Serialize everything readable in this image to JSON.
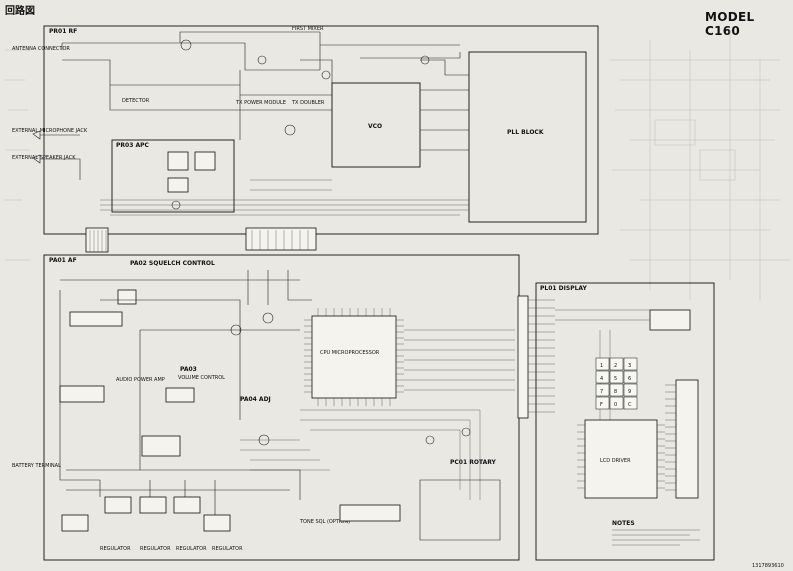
{
  "header": {
    "title_jp": "回路図",
    "model": "MODEL C160",
    "doc_number": "1317893610"
  },
  "blocks": {
    "pr01": "PR01  RF",
    "pr03": "PR03  APC",
    "pa01": "PA01  AF",
    "pa02": "PA02  SQUELCH CONTROL",
    "pa03": "PA03",
    "pa03_sub": "VOLUME CONTROL",
    "pa04": "PA04  ADJ",
    "pl01": "PL01  DISPLAY",
    "pc01": "PC01  ROTARY",
    "vco": "VCO",
    "pll": "PLL  BLOCK"
  },
  "labels": {
    "antenna": "ANTENNA CONNECTOR",
    "ext_mic": "EXTERNAL MICROPHONE JACK",
    "ext_spk": "EXTERNAL SPEAKER JACK",
    "battery": "BATTERY TERMINAL",
    "first_mixer": "FIRST MIXER",
    "tx_power": "TX POWER MODULE",
    "tx_doubler": "TX DOUBLER",
    "regulator": "REGULATOR",
    "detector": "DETECTOR",
    "lcd_driver": "LCD DRIVER",
    "cpu": "CPU  MICROPROCESSOR",
    "audio_amp": "AUDIO POWER AMP",
    "tone_sql": "TONE SQL (OPTION)",
    "notes": "NOTES"
  },
  "keypad": [
    "1",
    "2",
    "3",
    "4",
    "5",
    "6",
    "7",
    "8",
    "9",
    "F",
    "0",
    "C"
  ]
}
